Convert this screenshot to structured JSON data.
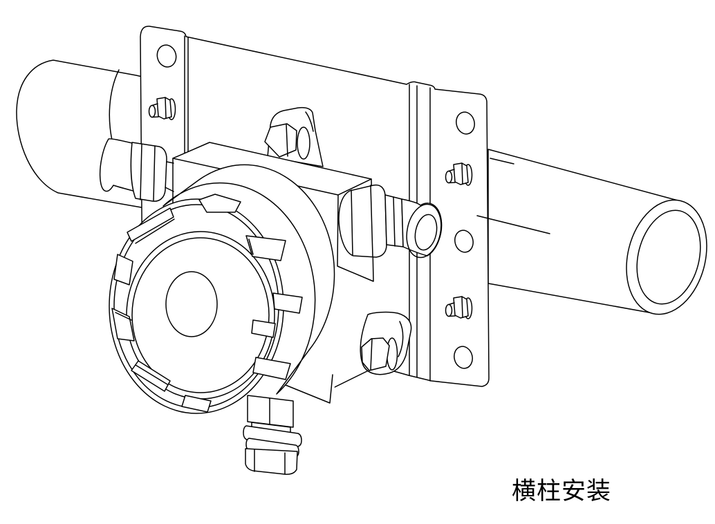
{
  "figure": {
    "caption": "横柱安装",
    "type": "technical-line-drawing",
    "ink_color": "#000000",
    "background_color": "#ffffff",
    "parts": [
      "horizontal-pipe-left-segment",
      "horizontal-pipe-right-segment",
      "mounting-bracket-plate",
      "bracket-holes",
      "bracket-hex-bolts",
      "detector-housing",
      "castellated-front-cover",
      "left-cable-gland",
      "right-cable-gland",
      "top-mounting-lug-bolt",
      "bottom-mounting-lug-bolt",
      "bottom-sensor-fitting"
    ]
  }
}
